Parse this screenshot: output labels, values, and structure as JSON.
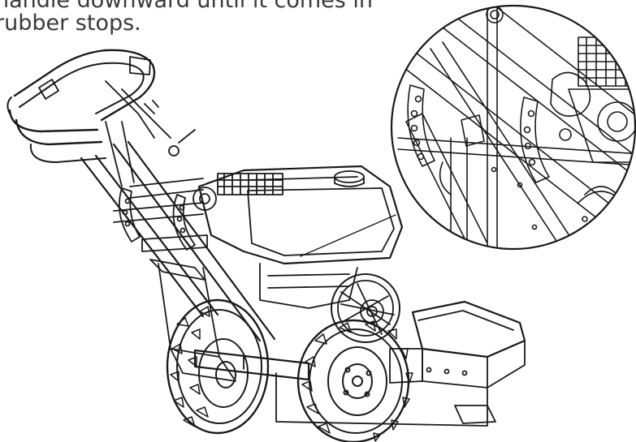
{
  "instruction": {
    "line1": "handle downward until it comes in",
    "line2": "rubber stops."
  },
  "illustration": {
    "subject": "stump-grinder-icon",
    "detail_callout": "magnified-handle-stop-detail"
  },
  "colors": {
    "ink": "#1a1a1a",
    "caption": "#3a3a3a",
    "background": "#ffffff"
  }
}
